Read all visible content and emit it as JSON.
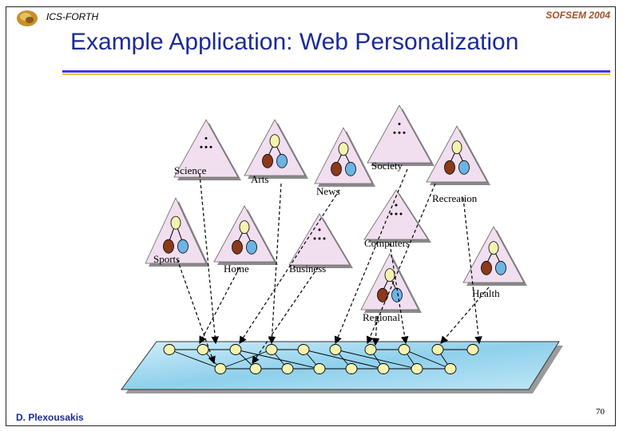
{
  "header": {
    "org": "ICS-FORTH",
    "conference": "SOFSEM 2004",
    "title": "Example Application: Web Personalization"
  },
  "footer": {
    "author": "D. Plexousakis",
    "page": "70"
  },
  "categories": {
    "science": "Science",
    "arts": "Arts",
    "news": "News",
    "society": "Society",
    "recreation": "Recreation",
    "sports": "Sports",
    "home": "Home",
    "business": "Business",
    "computers": "Computers",
    "health": "Health",
    "regional": "Regional"
  },
  "colors": {
    "title": "#1a2a9a",
    "conference": "#a0522d",
    "triangle": "#f1dfef",
    "node_top": "#f4f4b0",
    "node_left": "#8b3a1a",
    "node_right": "#6cb4e4",
    "plane": "#8fd0ec"
  }
}
